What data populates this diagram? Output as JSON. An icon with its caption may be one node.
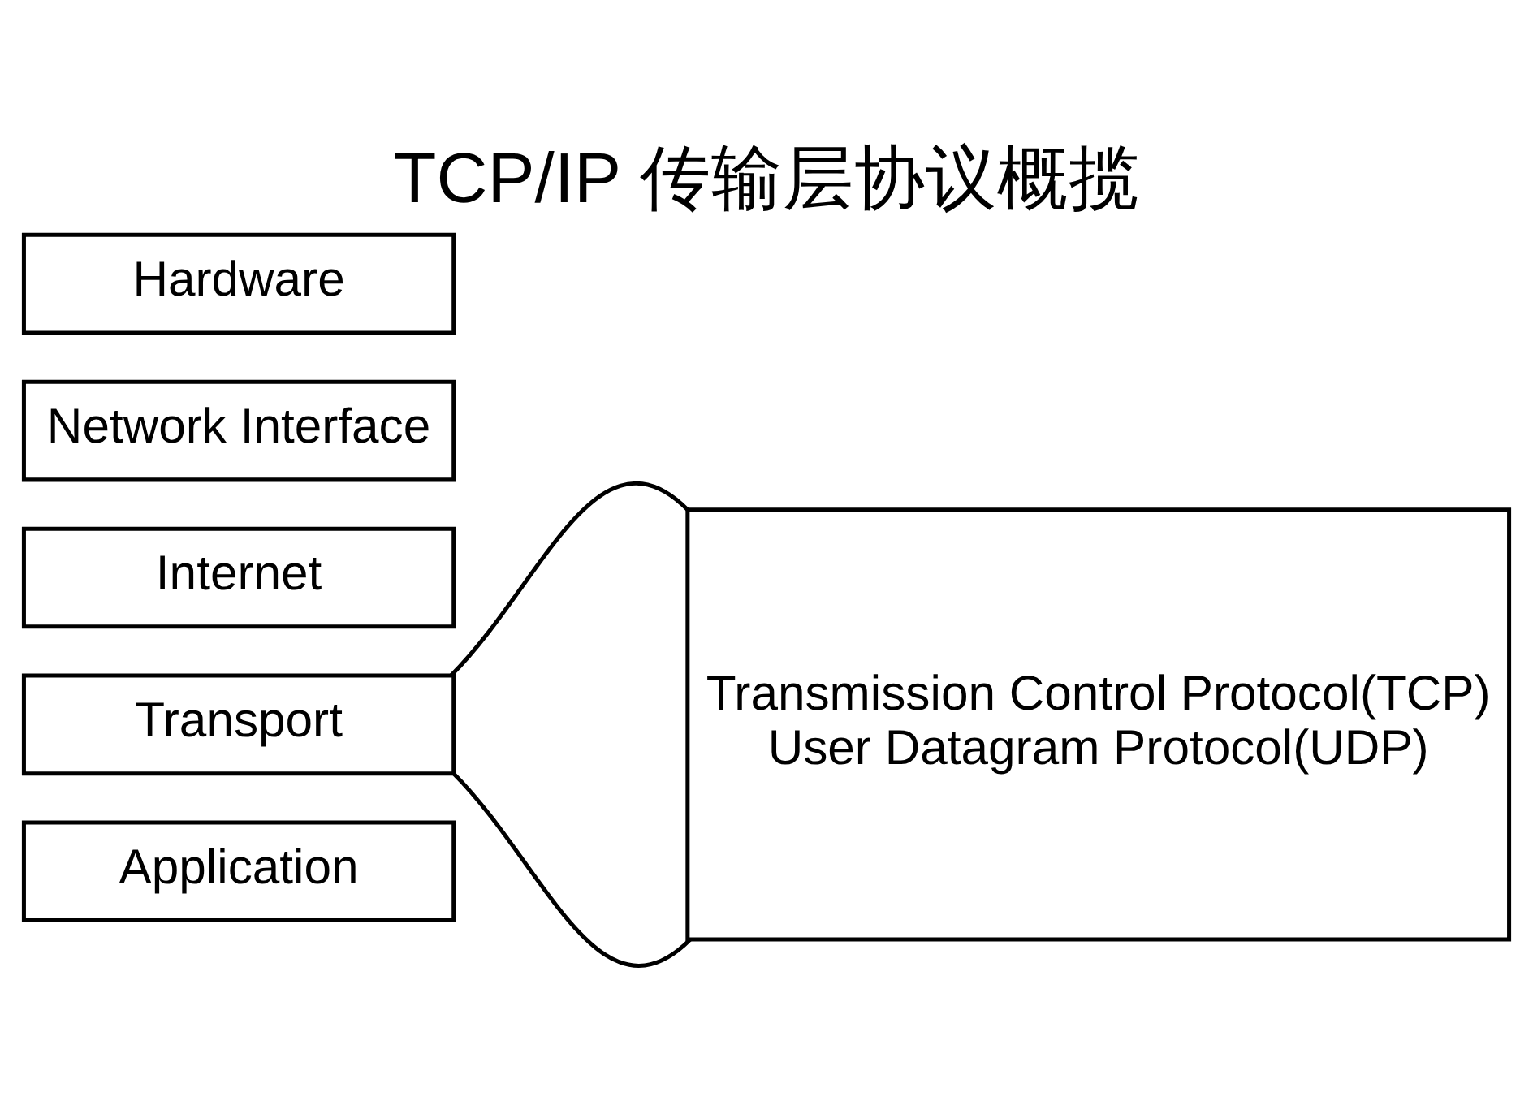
{
  "diagram": {
    "title": "TCP/IP 传输层协议概揽",
    "nodes": [
      {
        "text": [
          "Application"
        ]
      },
      {
        "text": [
          "Transport"
        ]
      },
      {
        "text": [
          "Internet"
        ]
      },
      {
        "text": [
          "Network Interface"
        ]
      },
      {
        "text": [
          "Hardware"
        ]
      },
      {
        "text": [
          "Transmission Control Protocol(TCP)",
          "User Datagram Protocol(UDP)"
        ]
      }
    ],
    "edges": [
      {
        "from": 1,
        "to": 5,
        "arrow": "none"
      },
      {
        "from": 1,
        "to": 5,
        "arrow": "none"
      }
    ]
  }
}
